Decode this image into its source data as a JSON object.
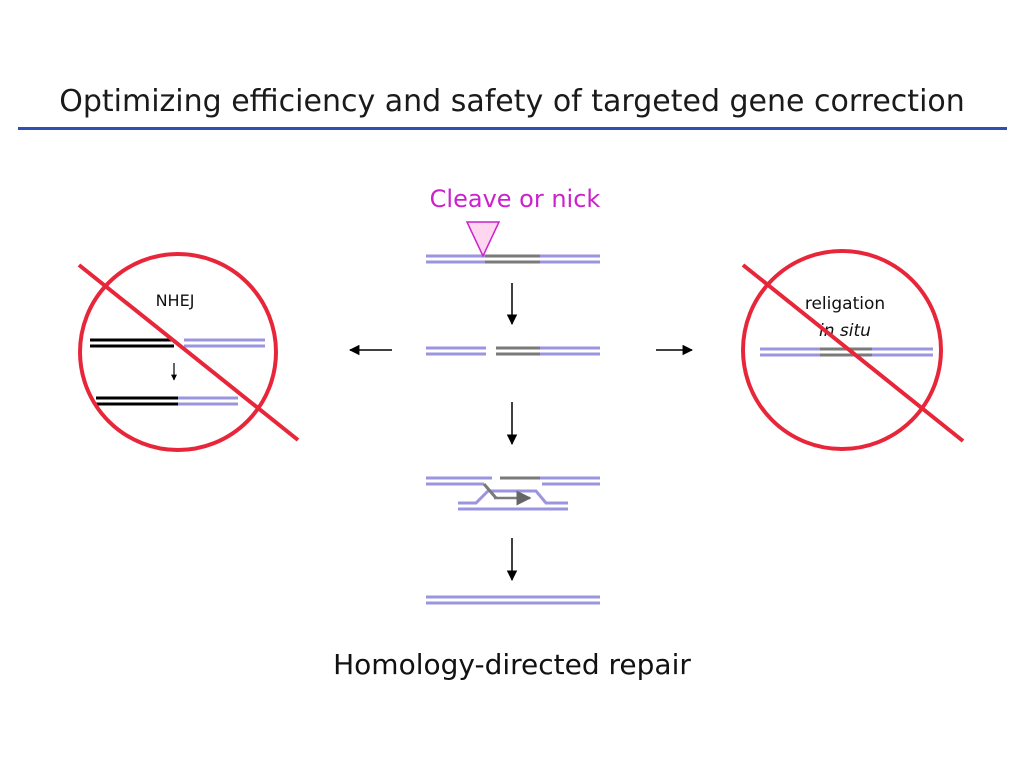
{
  "title": "Optimizing efficiency and safety of targeted gene correction",
  "labels": {
    "cleave": "Cleave or nick",
    "nhej": "NHEJ",
    "religation": "religation",
    "in_situ": "in situ",
    "hdr": "Homology-directed repair"
  },
  "colors": {
    "rule": "#2f4fb2",
    "dna_strand": "#9b95e0",
    "target_region": "#7a7a7a",
    "ends": "#000000",
    "cleave_text": "#cc22cc",
    "cleave_marker_fill": "#ffd6f0",
    "cleave_marker_stroke": "#cc22cc",
    "prohibition": "#e8263a"
  },
  "icons": {
    "cleave_marker": "triangle-down-icon",
    "prohibited": "prohibition-sign-icon"
  }
}
